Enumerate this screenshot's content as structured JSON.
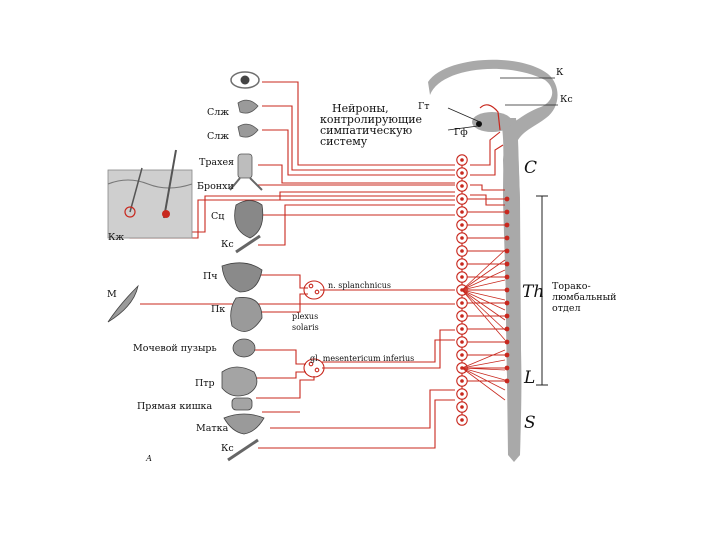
{
  "labels": {
    "brain_k": "К",
    "brain_kc": "Кс",
    "neurons_line1": "Нейроны,",
    "neurons_line2": "контролирующие",
    "neurons_line3": "симпатическую",
    "neurons_line4": "систему",
    "gt": "Гт",
    "gf": "Гф",
    "c": "C",
    "th": "Th",
    "l": "L",
    "s": "S",
    "thoraco_1": "Торако-",
    "thoraco_2": "люмбальный",
    "thoraco_3": "отдел",
    "slzh1": "Слж",
    "slzh2": "Слж",
    "trachea": "Трахея",
    "bronchi": "Бронхи",
    "kzh": "Кж",
    "sc": "Сц",
    "kc1": "Кс",
    "m": "М",
    "pch": "Пч",
    "pk": "Пк",
    "splanchnicus": "n. splanchnicus",
    "plexus_1": "plexus",
    "plexus_2": "solaris",
    "bladder": "Мочевой пузырь",
    "mesentericum": "gl. mesentericum inferius",
    "ptr": "Птр",
    "rectum": "Прямая кишка",
    "uterus": "Матка",
    "kc2": "Кс",
    "fig_letter": "А"
  },
  "colors": {
    "nerve": "#c8281e",
    "organ": "#6e6e6e",
    "spine": "#a9a9a9"
  }
}
